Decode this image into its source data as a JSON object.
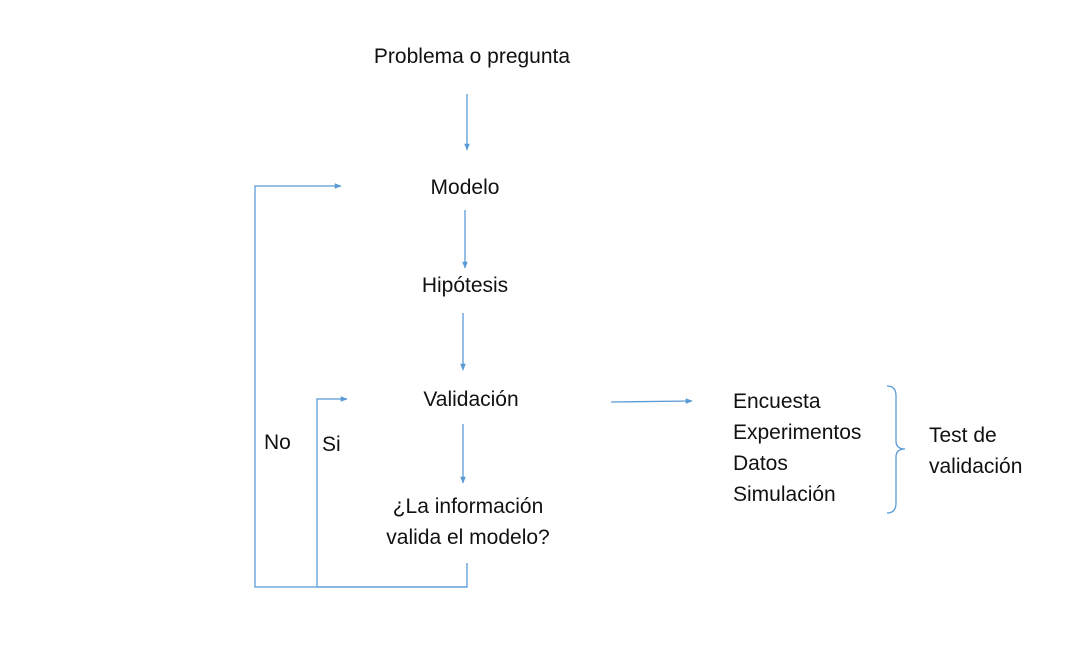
{
  "diagram": {
    "nodes": {
      "problem": "Problema o pregunta",
      "model": "Modelo",
      "hypothesis": "Hipótesis",
      "validation": "Validación",
      "question_line1": "¿La información",
      "question_line2": "valida el modelo?"
    },
    "edge_labels": {
      "no": "No",
      "yes": "Si"
    },
    "methods": [
      "Encuesta",
      "Experimentos",
      "Datos",
      "Simulación"
    ],
    "bracket_label": {
      "line1": "Test de",
      "line2": "validación"
    },
    "colors": {
      "arrow": "#5b9bd5",
      "text": "#111111"
    }
  }
}
